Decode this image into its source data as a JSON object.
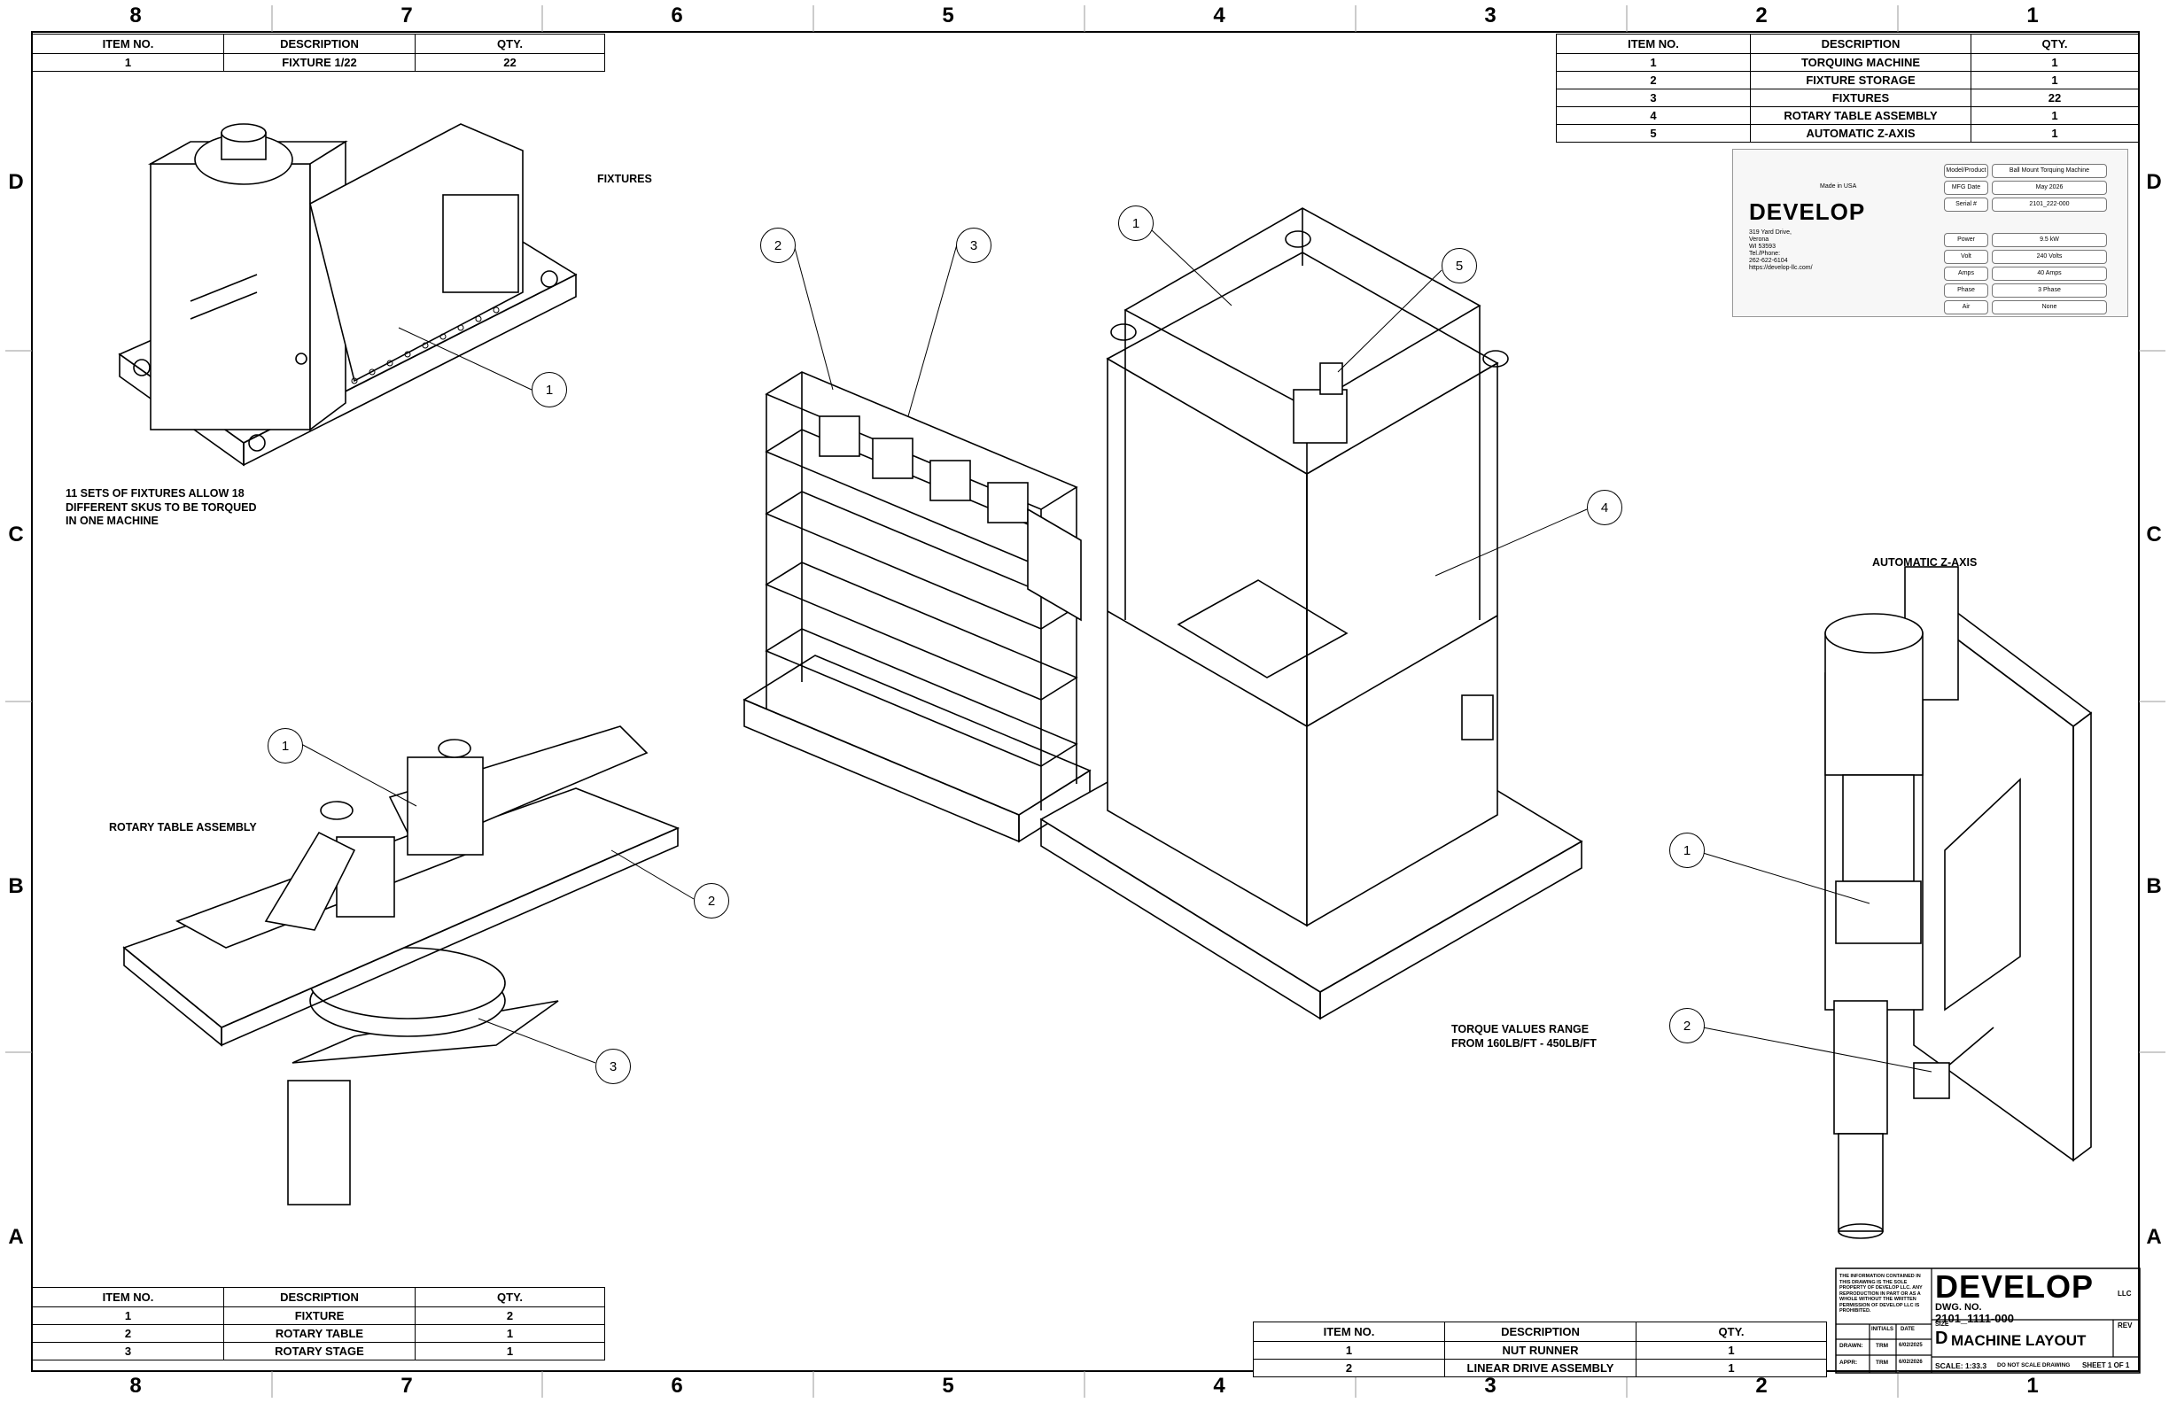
{
  "zones": {
    "columns": [
      "8",
      "7",
      "6",
      "5",
      "4",
      "3",
      "2",
      "1"
    ],
    "rows": [
      "D",
      "C",
      "B",
      "A"
    ]
  },
  "tables": {
    "fixture_bom": {
      "headers": [
        "ITEM NO.",
        "DESCRIPTION",
        "QTY."
      ],
      "rows": [
        [
          "1",
          "FIXTURE 1/22",
          "22"
        ]
      ]
    },
    "main_bom": {
      "headers": [
        "ITEM NO.",
        "DESCRIPTION",
        "QTY."
      ],
      "rows": [
        [
          "1",
          "TORQUING MACHINE",
          "1"
        ],
        [
          "2",
          "FIXTURE STORAGE",
          "1"
        ],
        [
          "3",
          "FIXTURES",
          "22"
        ],
        [
          "4",
          "ROTARY TABLE ASSEMBLY",
          "1"
        ],
        [
          "5",
          "AUTOMATIC Z-AXIS",
          "1"
        ]
      ]
    },
    "rotary_bom": {
      "headers": [
        "ITEM NO.",
        "DESCRIPTION",
        "QTY."
      ],
      "rows": [
        [
          "1",
          "FIXTURE",
          "2"
        ],
        [
          "2",
          "ROTARY TABLE",
          "1"
        ],
        [
          "3",
          "ROTARY STAGE",
          "1"
        ]
      ]
    },
    "zaxis_bom": {
      "headers": [
        "ITEM NO.",
        "DESCRIPTION",
        "QTY."
      ],
      "rows": [
        [
          "1",
          "NUT RUNNER",
          "1"
        ],
        [
          "2",
          "LINEAR DRIVE ASSEMBLY",
          "1"
        ]
      ]
    }
  },
  "notes": {
    "fixtures": "FIXTURES",
    "sets_line1": "11 SETS OF FIXTURES ALLOW 18",
    "sets_line2": "DIFFERENT SKUS TO BE TORQUED",
    "sets_line3": "IN ONE MACHINE",
    "rotary": "ROTARY TABLE ASSEMBLY",
    "torque_line1": "TORQUE VALUES RANGE",
    "torque_line2": "FROM 160LB/FT - 450LB/FT",
    "zaxis": "AUTOMATIC Z-AXIS"
  },
  "balloons": {
    "fix1": "1",
    "stor2": "2",
    "stor3": "3",
    "mach1": "1",
    "mach5": "5",
    "mach4": "4",
    "rot1": "1",
    "rot2": "2",
    "rot3": "3",
    "z1": "1",
    "z2": "2"
  },
  "nameplate": {
    "made_in": "Made in USA",
    "logo": "DEVELOP",
    "address_1": "319 Yard Drive,",
    "address_2": "Verona",
    "address_3": "WI 53593",
    "address_4": "Tel./Phone:",
    "address_5": "262-622-6104",
    "address_6": "https://develop-llc.com/",
    "fields": [
      {
        "label": "Model/Product",
        "value": "Ball Mount Torquing Machine"
      },
      {
        "label": "MFG Date",
        "value": "May 2026"
      },
      {
        "label": "Serial #",
        "value": "2101_222-000"
      }
    ],
    "specs": [
      {
        "label": "Power",
        "value": "9.5 kW"
      },
      {
        "label": "Volt",
        "value": "240 Volts"
      },
      {
        "label": "Amps",
        "value": "40 Amps"
      },
      {
        "label": "Phase",
        "value": "3 Phase"
      },
      {
        "label": "Air",
        "value": "None"
      }
    ]
  },
  "title_block": {
    "logo": "DEVELOP",
    "logo_sub": "LLC",
    "disclaimer_1": "THE INFORMATION CONTAINED IN",
    "disclaimer_2": "THIS DRAWING IS THE SOLE",
    "disclaimer_3": "PROPERTY OF DEVELOP LLC. ANY",
    "disclaimer_4": "REPRODUCTION IN PART OR AS A",
    "disclaimer_5": "WHOLE WITHOUT THE WRITTEN",
    "disclaimer_6": "PERMISSION OF DEVELOP LLC IS",
    "disclaimer_7": "PROHIBITED.",
    "dwg_label": "DWG. NO.",
    "dwg_no": "2101_1111-000",
    "initials": "INITIALS",
    "date": "DATE",
    "drawn": "DRAWN:",
    "drawn_by": "TRM",
    "drawn_date": "6/02/2025",
    "appr": "APPR:",
    "appr_by": "TRM",
    "appr_date": "6/02/2026",
    "size_label": "SIZE",
    "size": "D",
    "title": "MACHINE LAYOUT",
    "rev": "REV",
    "scale": "SCALE: 1:33.3",
    "no_scale": "DO NOT SCALE DRAWING",
    "sheet": "SHEET 1 OF 1"
  }
}
